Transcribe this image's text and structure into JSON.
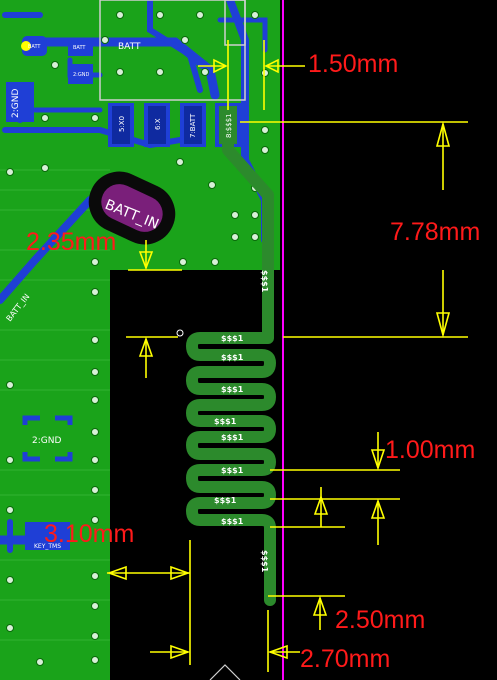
{
  "layout_title": "",
  "colors": {
    "background": "#000000",
    "copper": "#1aa31a",
    "trace": "#2c8a2c",
    "blue_trace": "#1f3fd6",
    "dimension": "#ffff00",
    "dimension_text": "#ff1a1a",
    "board_edge": "#ff00ff",
    "silkscreen": "#ffffff",
    "pad_label": "#7a1f7a"
  },
  "dimensions": {
    "d1": "1.50mm",
    "d2": "7.78mm",
    "d3": "2.35mm",
    "d4": "1.00mm",
    "d5": "3.10mm",
    "d6": "2.50mm",
    "d7": "2.70mm"
  },
  "labels": {
    "batt_top": "BATT",
    "batt_pad1": "BATT",
    "batt_pad2": "BATT",
    "gnd_pad_small": "2:GND",
    "gnd_left_top": "2:GND",
    "gnd_left_mid": "2:GND",
    "pad_5x0": "5:X0",
    "pad_6x": "6:X",
    "pad_7batt": "7:BATT",
    "pad_8ss": "8:$$$1",
    "batt_in_pad": "BATT_IN",
    "batt_in_trace": "BATT_IN",
    "key_tms": "KEY_TMS",
    "antenna_net": "$$$1"
  }
}
